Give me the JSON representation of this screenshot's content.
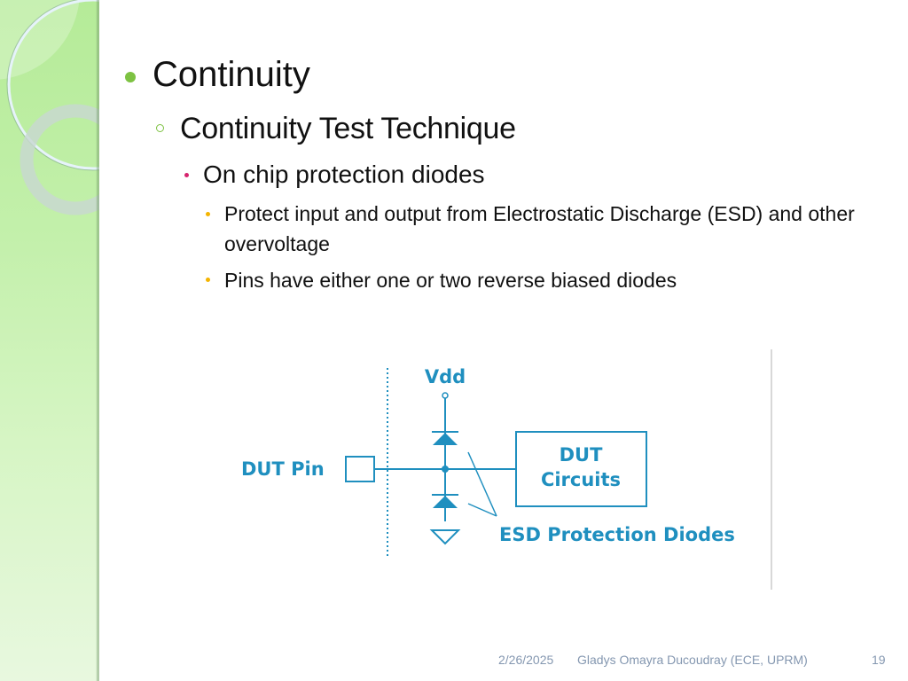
{
  "slide": {
    "bullets": {
      "level1": "Continuity",
      "level2": "Continuity Test Technique",
      "level3": "On chip protection diodes",
      "level4": [
        "Protect input and output from Electrostatic Discharge (ESD) and other overvoltage",
        "Pins have either one or two reverse biased diodes"
      ]
    },
    "diagram": {
      "vdd_label": "Vdd",
      "pin_label": "DUT Pin",
      "box_label_line1": "DUT",
      "box_label_line2": "Circuits",
      "diodes_label": "ESD Protection Diodes",
      "line_color": "#1f8fbf"
    },
    "footer": {
      "date": "2/26/2025",
      "author": "Gladys Omayra Ducoudray (ECE, UPRM)",
      "page_number": "19"
    },
    "colors": {
      "sidebar_green": "#b5eb98",
      "bullet_l1": "#7dc242",
      "bullet_l3": "#d6246e",
      "bullet_l4": "#f4b400",
      "footer_text": "#8497b0"
    }
  }
}
